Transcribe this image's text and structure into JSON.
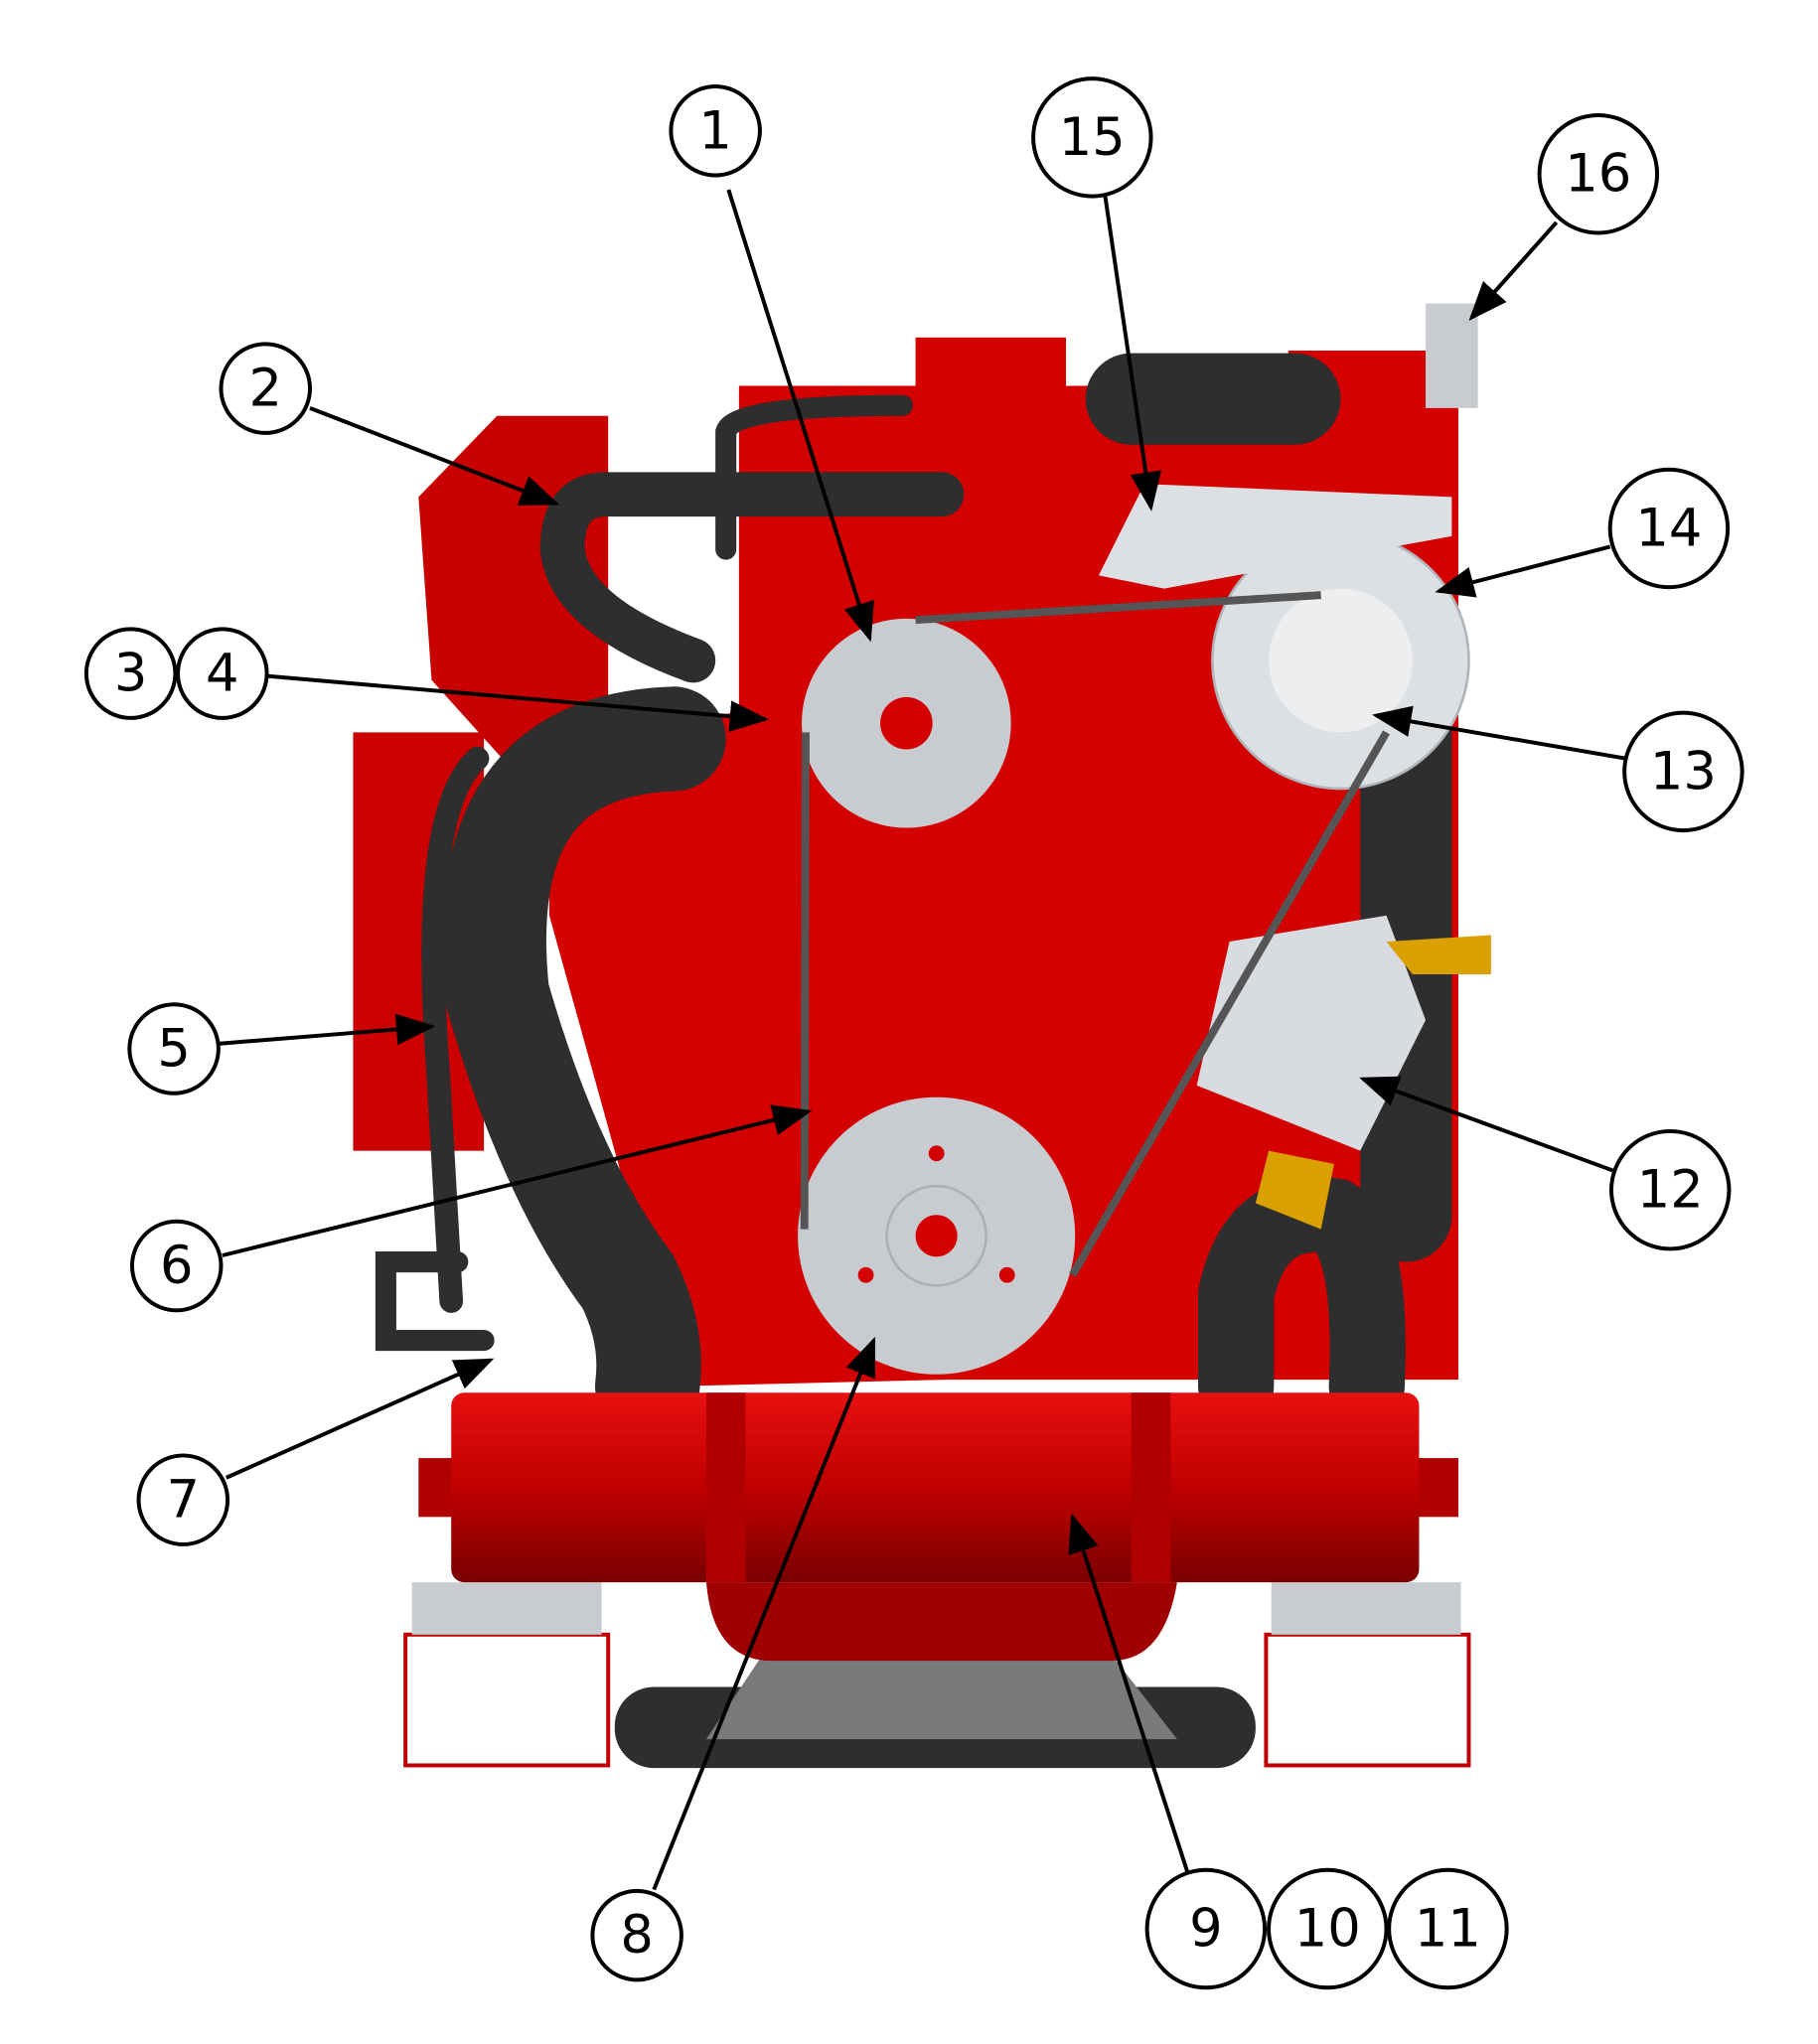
{
  "diagram": {
    "type": "engine-front-view-parts-callouts",
    "colors": {
      "engine": "#d40000",
      "engine_dark": "#a00000",
      "hose": "#2e2e2e",
      "pulley": "#c8ccd0",
      "brass": "#d9a000",
      "background": "#ffffff"
    },
    "callouts": [
      {
        "id": "c1",
        "label": "1"
      },
      {
        "id": "c2",
        "label": "2"
      },
      {
        "id": "c3",
        "label": "3"
      },
      {
        "id": "c4",
        "label": "4"
      },
      {
        "id": "c5",
        "label": "5"
      },
      {
        "id": "c6",
        "label": "6"
      },
      {
        "id": "c7",
        "label": "7"
      },
      {
        "id": "c8",
        "label": "8"
      },
      {
        "id": "c9",
        "label": "9"
      },
      {
        "id": "c10",
        "label": "10"
      },
      {
        "id": "c11",
        "label": "11"
      },
      {
        "id": "c12",
        "label": "12"
      },
      {
        "id": "c13",
        "label": "13"
      },
      {
        "id": "c14",
        "label": "14"
      },
      {
        "id": "c15",
        "label": "15"
      },
      {
        "id": "c16",
        "label": "16"
      }
    ]
  }
}
